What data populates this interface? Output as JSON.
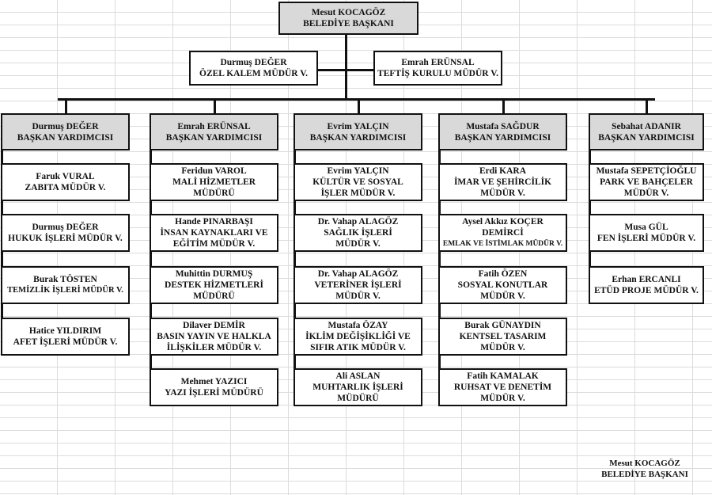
{
  "mayor": {
    "lines": [
      "Mesut KOCAGÖZ",
      "BELEDİYE BAŞKANI"
    ]
  },
  "staff": [
    {
      "lines": [
        "Durmuş DEĞER",
        "ÖZEL KALEM MÜDÜR V."
      ]
    },
    {
      "lines": [
        "Emrah ERÜNSAL",
        "TEFTİŞ KURULU MÜDÜR V."
      ]
    }
  ],
  "columns": [
    {
      "header": [
        "Durmuş DEĞER",
        "BAŞKAN YARDIMCISI"
      ],
      "items": [
        [
          "Faruk VURAL",
          "ZABITA MÜDÜR V."
        ],
        [
          "Durmuş DEĞER",
          "HUKUK İŞLERİ MÜDÜR V."
        ],
        [
          "Burak TÖSTEN",
          "TEMİZLİK İŞLERİ MÜDÜR V."
        ],
        [
          "Hatice YILDIRIM",
          "AFET İŞLERİ MÜDÜR V."
        ]
      ]
    },
    {
      "header": [
        "Emrah ERÜNSAL",
        "BAŞKAN YARDIMCISI"
      ],
      "items": [
        [
          "Feridun VAROL",
          "MALİ HİZMETLER",
          "MÜDÜRÜ"
        ],
        [
          "Hande PINARBAŞI",
          "İNSAN KAYNAKLARI VE",
          "EĞİTİM MÜDÜR V."
        ],
        [
          "Muhittin DURMUŞ",
          "DESTEK HİZMETLERİ",
          "MÜDÜRÜ"
        ],
        [
          "Dilaver DEMİR",
          "BASIN YAYIN VE HALKLA",
          "İLİŞKİLER MÜDÜR V."
        ],
        [
          "Mehmet YAZICI",
          "YAZI İŞLERİ MÜDÜRÜ"
        ]
      ]
    },
    {
      "header": [
        "Evrim YALÇIN",
        "BAŞKAN YARDIMCISI"
      ],
      "items": [
        [
          "Evrim YALÇIN",
          "KÜLTÜR VE SOSYAL",
          "İŞLER MÜDÜR V."
        ],
        [
          "Dr. Vahap ALAGÖZ",
          "SAĞLIK İŞLERİ",
          "MÜDÜR V."
        ],
        [
          "Dr. Vahap ALAGÖZ",
          "VETERİNER İŞLERİ",
          "MÜDÜR V."
        ],
        [
          "Mustafa ÖZAY",
          "İKLİM DEĞİŞİKLİĞİ VE",
          "SIFIR ATIK MÜDÜR V."
        ],
        [
          "Ali ASLAN",
          "MUHTARLIK İŞLERİ",
          "MÜDÜRÜ"
        ]
      ]
    },
    {
      "header": [
        "Mustafa SAĞDUR",
        "BAŞKAN YARDIMCISI"
      ],
      "items": [
        [
          "Erdi KARA",
          "İMAR VE ŞEHİRCİLİK",
          "MÜDÜR V."
        ],
        [
          "Aysel Akkız KOÇER",
          "DEMİRCİ",
          "EMLAK VE İSTİMLAK MÜDÜR V."
        ],
        [
          "Fatih ÖZEN",
          "SOSYAL KONUTLAR",
          "MÜDÜR V."
        ],
        [
          "Burak GÜNAYDIN",
          "KENTSEL TASARIM",
          "MÜDÜR V."
        ],
        [
          "Fatih KAMALAK",
          "RUHSAT VE DENETİM",
          "MÜDÜR V."
        ]
      ]
    },
    {
      "header": [
        "Sebahat ADANIR",
        "BAŞKAN YARDIMCISI"
      ],
      "items": [
        [
          "Mustafa SEPETÇİOĞLU",
          "PARK VE BAHÇELER",
          "MÜDÜR V."
        ],
        [
          "Musa GÜL",
          "FEN İŞLERİ MÜDÜR V."
        ],
        [
          "Erhan ERCANLI",
          "ETÜD PROJE MÜDÜR V."
        ]
      ]
    }
  ],
  "signature": {
    "lines": [
      "Mesut KOCAGÖZ",
      "BELEDİYE BAŞKANI"
    ]
  }
}
